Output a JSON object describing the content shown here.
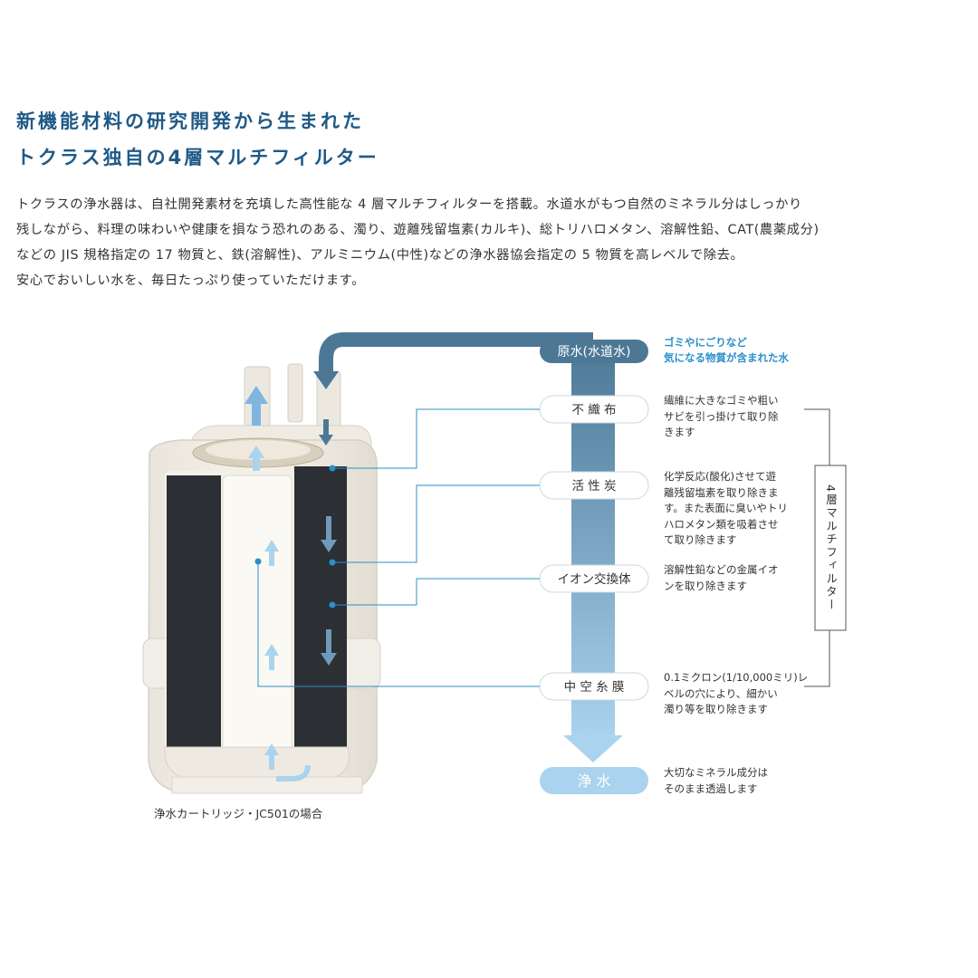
{
  "heading": {
    "line1": "新機能材料の研究開発から生まれた",
    "line2": "トクラス独自の4層マルチフィルター"
  },
  "body": {
    "lines": [
      "トクラスの浄水器は、自社開発素材を充填した高性能な 4 層マルチフィルターを搭載。水道水がもつ自然のミネラル分はしっかり",
      "残しながら、料理の味わいや健康を損なう恐れのある、濁り、遊離残留塩素(カルキ)、総トリハロメタン、溶解性鉛、CAT(農薬成分)",
      "などの JIS 規格指定の 17 物質と、鉄(溶解性)、アルミニウム(中性)などの浄水器協会指定の 5 物質を高レベルで除去。",
      "安心でおいしい水を、毎日たっぷり使っていただけます。"
    ]
  },
  "diagram": {
    "raw_water_label": "原水(水道水)",
    "raw_water_note_line1": "ゴミやにごりなど",
    "raw_water_note_line2": "気になる物質が含まれた水",
    "layers": [
      {
        "label": "不 織 布",
        "desc": [
          "繊維に大きなゴミや粗い",
          "サビを引っ掛けて取り除",
          "きます"
        ]
      },
      {
        "label": "活 性 炭",
        "desc": [
          "化学反応(酸化)させて遊",
          "離残留塩素を取り除きま",
          "す。また表面に臭いやトリ",
          "ハロメタン類を吸着させ",
          "て取り除きます"
        ]
      },
      {
        "label": "イオン交換体",
        "desc": [
          "溶解性鉛などの金属イオ",
          "ンを取り除きます"
        ]
      },
      {
        "label": "中 空 糸 膜",
        "desc": [
          "0.1ミクロン(1/10,000ミリ)レ",
          "ベルの穴により、細かい",
          "濁り等を取り除きます"
        ]
      }
    ],
    "clean_water_label": "浄 水",
    "clean_water_note": [
      "大切なミネラル成分は",
      "そのまま透過します"
    ],
    "multi_filter_label": "4層マルチフィルター",
    "caption": "浄水カートリッジ・JC501の場合",
    "colors": {
      "heading": "#1f5a86",
      "arrow_dark": "#4c7896",
      "arrow_light": "#a9d3ee",
      "accent": "#2b8fc9",
      "carbon": "#2c2f33"
    }
  }
}
